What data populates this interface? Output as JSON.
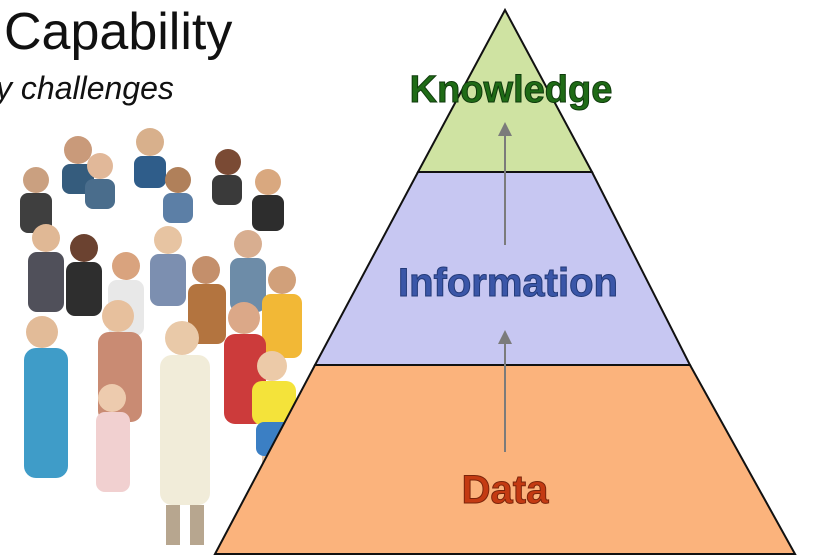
{
  "header": {
    "title": "Capability",
    "subtitle": "y challenges"
  },
  "pyramid": {
    "levels": [
      {
        "label": "Knowledge",
        "fill": "#cfe3a2",
        "text_color": "#1f6b16"
      },
      {
        "label": "Information",
        "fill": "#c7c7f2",
        "text_color": "#3a56a8"
      },
      {
        "label": "Data",
        "fill": "#fbb37c",
        "text_color": "#c43a12"
      }
    ]
  },
  "photo": {
    "subject": "group-of-people"
  }
}
